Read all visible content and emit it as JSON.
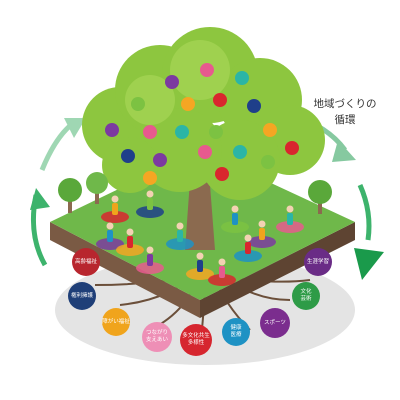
{
  "cycle": {
    "line1": "地域づくりの",
    "line2": "循環"
  },
  "circles": [
    {
      "label": "高齢福祉",
      "color": "#b8262e"
    },
    {
      "label": "権利擁護",
      "color": "#1f3f78"
    },
    {
      "label": "障がい福祉",
      "color": "#f0a41c"
    },
    {
      "label": "つながり\n支えあい",
      "color": "#ee8fb6"
    },
    {
      "label": "多文化共生\n多様性",
      "color": "#d6262f"
    },
    {
      "label": "健康\n医療",
      "color": "#1e92c4"
    },
    {
      "label": "スポーツ",
      "color": "#7b2d8e"
    },
    {
      "label": "文化\n芸術",
      "color": "#2e9b47"
    },
    {
      "label": "生涯学習",
      "color": "#6a2c86"
    }
  ],
  "fruit_colors": [
    "#7c3aa0",
    "#e75a8e",
    "#2bb5a6",
    "#7cc242",
    "#f5a623",
    "#d9262e",
    "#1f3f8a"
  ]
}
